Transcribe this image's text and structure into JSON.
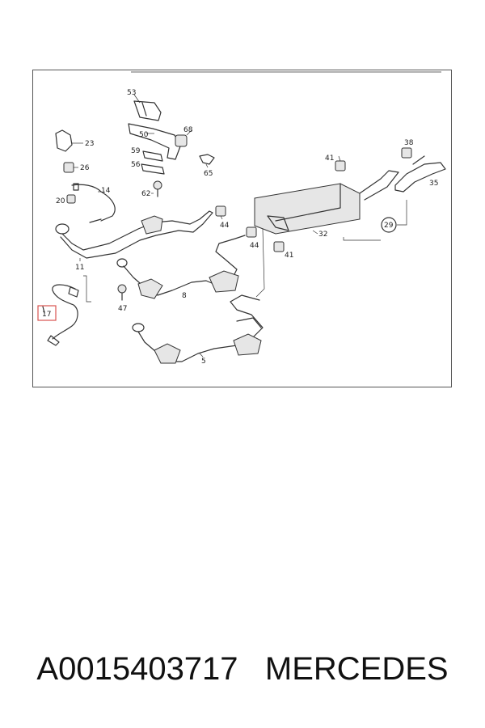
{
  "diagram": {
    "highlight_color": "#d9534f",
    "callouts": {
      "c53": "53",
      "c23": "23",
      "c50": "50",
      "c68": "68",
      "c59": "59",
      "c56": "56",
      "c65": "65",
      "c26": "26",
      "c62": "62",
      "c14": "14",
      "c20": "20",
      "c41a": "41",
      "c38": "38",
      "c35": "35",
      "c44a": "44",
      "c44b": "44",
      "c32": "32",
      "c29": "29",
      "c41b": "41",
      "c11": "11",
      "c8": "8",
      "c47": "47",
      "c17": "17",
      "c5": "5"
    }
  },
  "caption": {
    "part_number": "A0015403717",
    "brand": "MERCEDES"
  }
}
